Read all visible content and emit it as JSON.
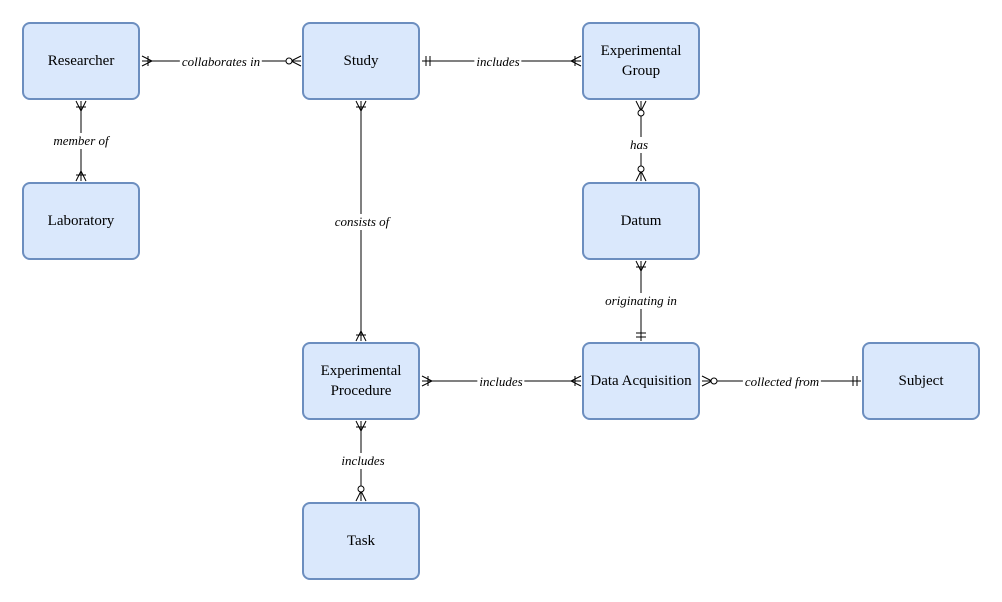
{
  "entities": {
    "researcher": "Researcher",
    "study": "Study",
    "experimental_group": "Experimental Group",
    "laboratory": "Laboratory",
    "datum": "Datum",
    "experimental_procedure": "Experimental Procedure",
    "data_acquisition": "Data Acquisition",
    "subject": "Subject",
    "task": "Task"
  },
  "relationships": {
    "collaborates_in": "collaborates in",
    "includes_group": "includes",
    "member_of": "member of",
    "has": "has",
    "consists_of": "consists of",
    "originating_in": "originating in",
    "includes_acquisition": "includes",
    "collected_from": "collected from",
    "includes_task": "includes"
  },
  "colors": {
    "entity_fill": "#dae8fc",
    "entity_border": "#6c8ebf"
  }
}
